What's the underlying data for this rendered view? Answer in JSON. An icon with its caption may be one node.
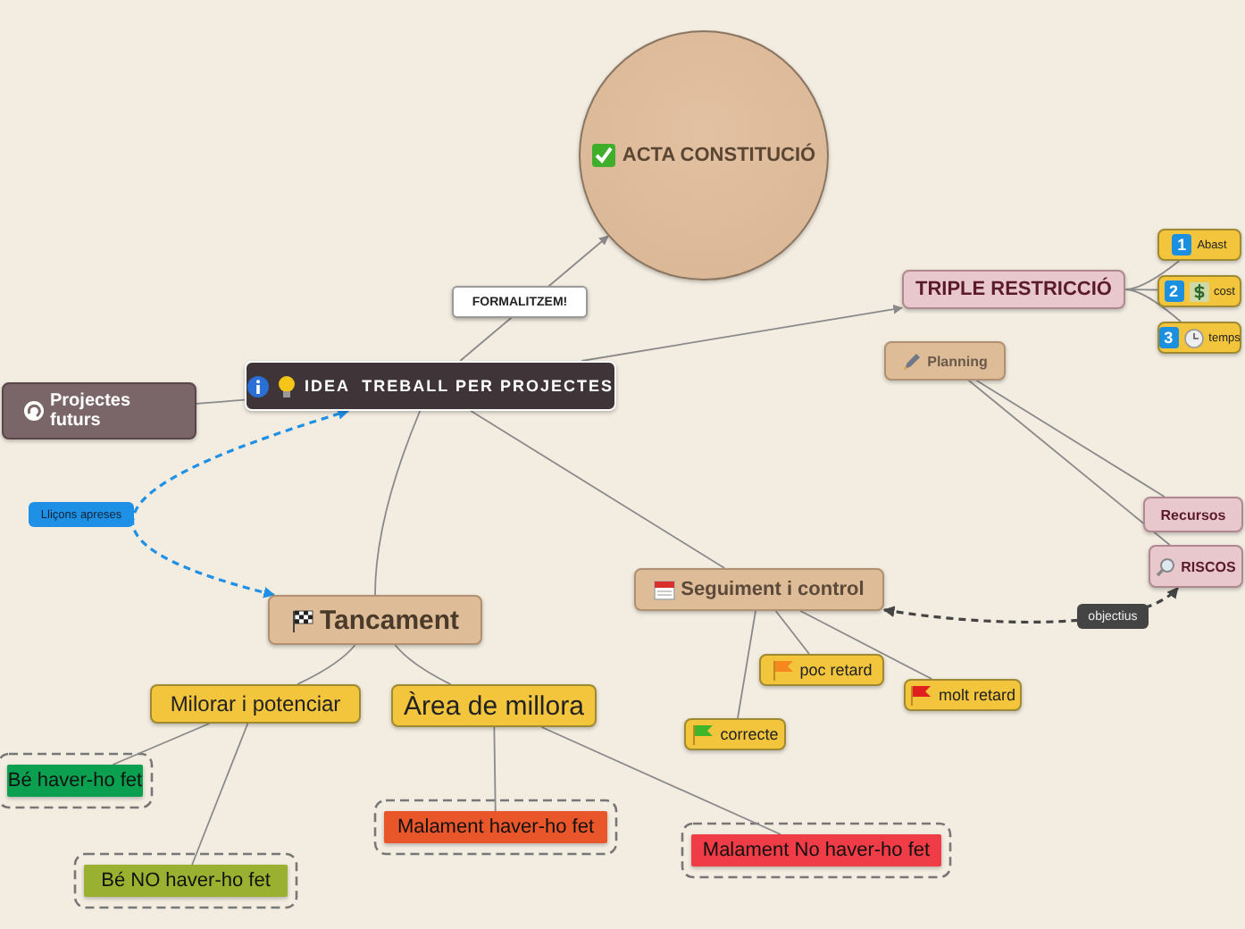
{
  "diagram": {
    "nodes": [
      {
        "text": [
          "ACTA CONSTITUCIÓ"
        ]
      },
      {
        "text": [
          "IDEA  TREBALL PER PROJECTES"
        ]
      },
      {
        "text": [
          "TRIPLE RESTRICCIÓ"
        ]
      },
      {
        "text": [
          "1",
          "Abast"
        ]
      },
      {
        "text": [
          "2",
          "cost"
        ]
      },
      {
        "text": [
          "3",
          "temps"
        ]
      },
      {
        "text": [
          "Planning"
        ]
      },
      {
        "text": [
          "Projectes futurs"
        ]
      },
      {
        "text": [
          "Recursos"
        ]
      },
      {
        "text": [
          "RISCOS"
        ]
      },
      {
        "text": [
          "Tancament"
        ]
      },
      {
        "text": [
          "Seguiment i control"
        ]
      },
      {
        "text": [
          "Milorar i potenciar"
        ]
      },
      {
        "text": [
          "Àrea de millora"
        ]
      },
      {
        "text": [
          "poc retard"
        ]
      },
      {
        "text": [
          "molt retard"
        ]
      },
      {
        "text": [
          "correcte"
        ]
      },
      {
        "text": [
          "Bé haver-ho fet"
        ]
      },
      {
        "text": [
          "Malament haver-ho fet"
        ]
      },
      {
        "text": [
          "Malament No haver-ho fet"
        ]
      },
      {
        "text": [
          "Bé NO haver-ho fet"
        ]
      }
    ],
    "edges": [
      {
        "from": 1,
        "to": 0,
        "arrow": "to",
        "label": "FORMALITZEM!"
      },
      {
        "from": 1,
        "to": 2,
        "arrow": "to"
      },
      {
        "from": 1,
        "to": 7,
        "arrow": "none"
      },
      {
        "from": 1,
        "to": 10,
        "arrow": "none"
      },
      {
        "from": 1,
        "to": 11,
        "arrow": "none"
      },
      {
        "from": 10,
        "to": 1,
        "arrow": "both",
        "label": "Lliçons apreses",
        "style": "dashed",
        "color": "#1e90e6"
      },
      {
        "from": 11,
        "to": 9,
        "arrow": "both",
        "label": "objectius",
        "style": "dashed",
        "color": "#444444"
      },
      {
        "from": 2,
        "to": 3,
        "arrow": "none"
      },
      {
        "from": 2,
        "to": 4,
        "arrow": "none"
      },
      {
        "from": 2,
        "to": 5,
        "arrow": "none"
      },
      {
        "from": 6,
        "to": 8,
        "arrow": "none"
      },
      {
        "from": 6,
        "to": 9,
        "arrow": "none"
      },
      {
        "from": 10,
        "to": 12,
        "arrow": "none"
      },
      {
        "from": 10,
        "to": 13,
        "arrow": "none"
      },
      {
        "from": 12,
        "to": 17,
        "arrow": "none"
      },
      {
        "from": 12,
        "to": 20,
        "arrow": "none"
      },
      {
        "from": 13,
        "to": 18,
        "arrow": "none"
      },
      {
        "from": 13,
        "to": 19,
        "arrow": "none"
      },
      {
        "from": 11,
        "to": 16,
        "arrow": "none"
      },
      {
        "from": 11,
        "to": 14,
        "arrow": "none"
      },
      {
        "from": 11,
        "to": 15,
        "arrow": "none"
      }
    ]
  }
}
